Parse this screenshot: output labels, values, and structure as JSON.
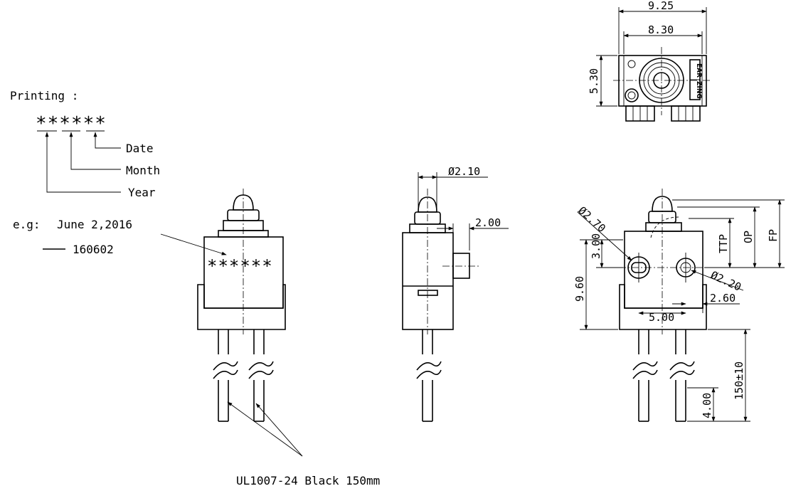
{
  "printing": {
    "title": "Printing :",
    "code": "******",
    "date_label": "Date",
    "month_label": "Month",
    "year_label": "Year",
    "example_prefix": "e.g:",
    "example_date": "June 2,2016",
    "example_code": "160602"
  },
  "front_view": {
    "marking": "******"
  },
  "wire_note": "UL1007-24 Black 150mm",
  "top_view": {
    "width_outer": "9.25",
    "width_inner": "8.30",
    "height": "5.30",
    "brand_top": "EAR",
    "brand_bottom": "ZING"
  },
  "side_view": {
    "plunger_diameter": "Ø2.10",
    "offset": "2.00"
  },
  "right_view": {
    "hole_large": "Ø2.70",
    "hole_small": "Ø2.20",
    "hole_offset": "3.00",
    "height": "9.60",
    "edge_offset": "2.60",
    "pitch": "5.00",
    "ttp_label": "TTP",
    "op_label": "OP",
    "fp_label": "FP",
    "lead_length": "150±10",
    "strip_length": "4.00"
  }
}
